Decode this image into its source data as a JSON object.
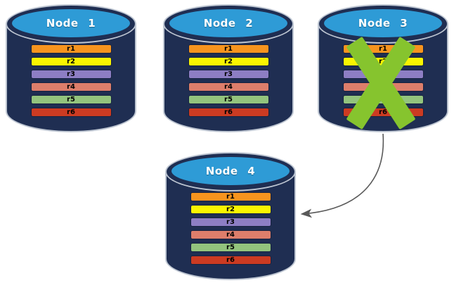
{
  "diagram": {
    "description": "Database replication failover diagram",
    "nodes": [
      {
        "label": "Node 1",
        "status": "active"
      },
      {
        "label": "Node 2",
        "status": "active"
      },
      {
        "label": "Node 3",
        "status": "failed"
      },
      {
        "label": "Node 4",
        "status": "active"
      }
    ],
    "replicas": [
      {
        "label": "r1",
        "color": "#F7941E"
      },
      {
        "label": "r2",
        "color": "#FAF500"
      },
      {
        "label": "r3",
        "color": "#8D7EC4"
      },
      {
        "label": "r4",
        "color": "#DD7E6B"
      },
      {
        "label": "r5",
        "color": "#93C47D"
      },
      {
        "label": "r6",
        "color": "#CC3B22"
      }
    ],
    "arrow": {
      "from": "Node 3",
      "to": "Node 4"
    },
    "colors": {
      "cylinder_body": "#1F2E52",
      "cylinder_top_face": "#2E9BD6",
      "cylinder_outline": "#BEC6D2",
      "failure_x": "#86C42E",
      "arrow": "#595959",
      "node_label_text": "#FFFFFF",
      "replica_text": "#000000",
      "background": "#FFFFFF"
    }
  }
}
